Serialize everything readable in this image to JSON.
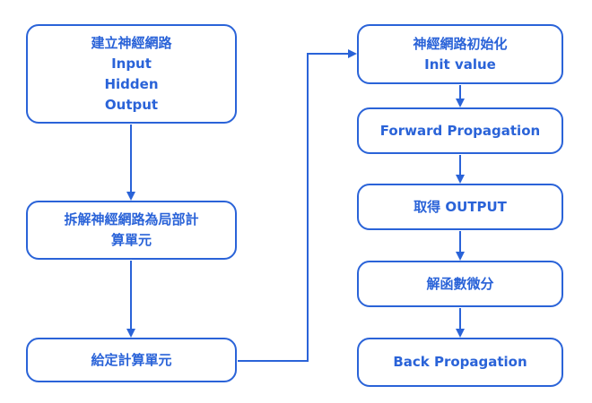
{
  "nodes": {
    "build_network": {
      "lines": [
        "建立神經網路",
        "Input",
        "Hidden",
        "Output"
      ]
    },
    "split_network": {
      "lines": [
        "拆解神經網路為局部計",
        "算單元"
      ]
    },
    "given_unit": {
      "lines": [
        "給定計算單元"
      ]
    },
    "init_network": {
      "lines": [
        "神經網路初始化",
        "Init value"
      ]
    },
    "forward": {
      "lines": [
        "Forward Propagation"
      ]
    },
    "get_output": {
      "lines": [
        "取得 OUTPUT"
      ]
    },
    "differentiate": {
      "lines": [
        "解函數微分"
      ]
    },
    "backward": {
      "lines": [
        "Back Propagation"
      ]
    }
  },
  "colors": {
    "stroke": "#2a63d8",
    "text": "#2a63d8",
    "background": "#ffffff"
  }
}
